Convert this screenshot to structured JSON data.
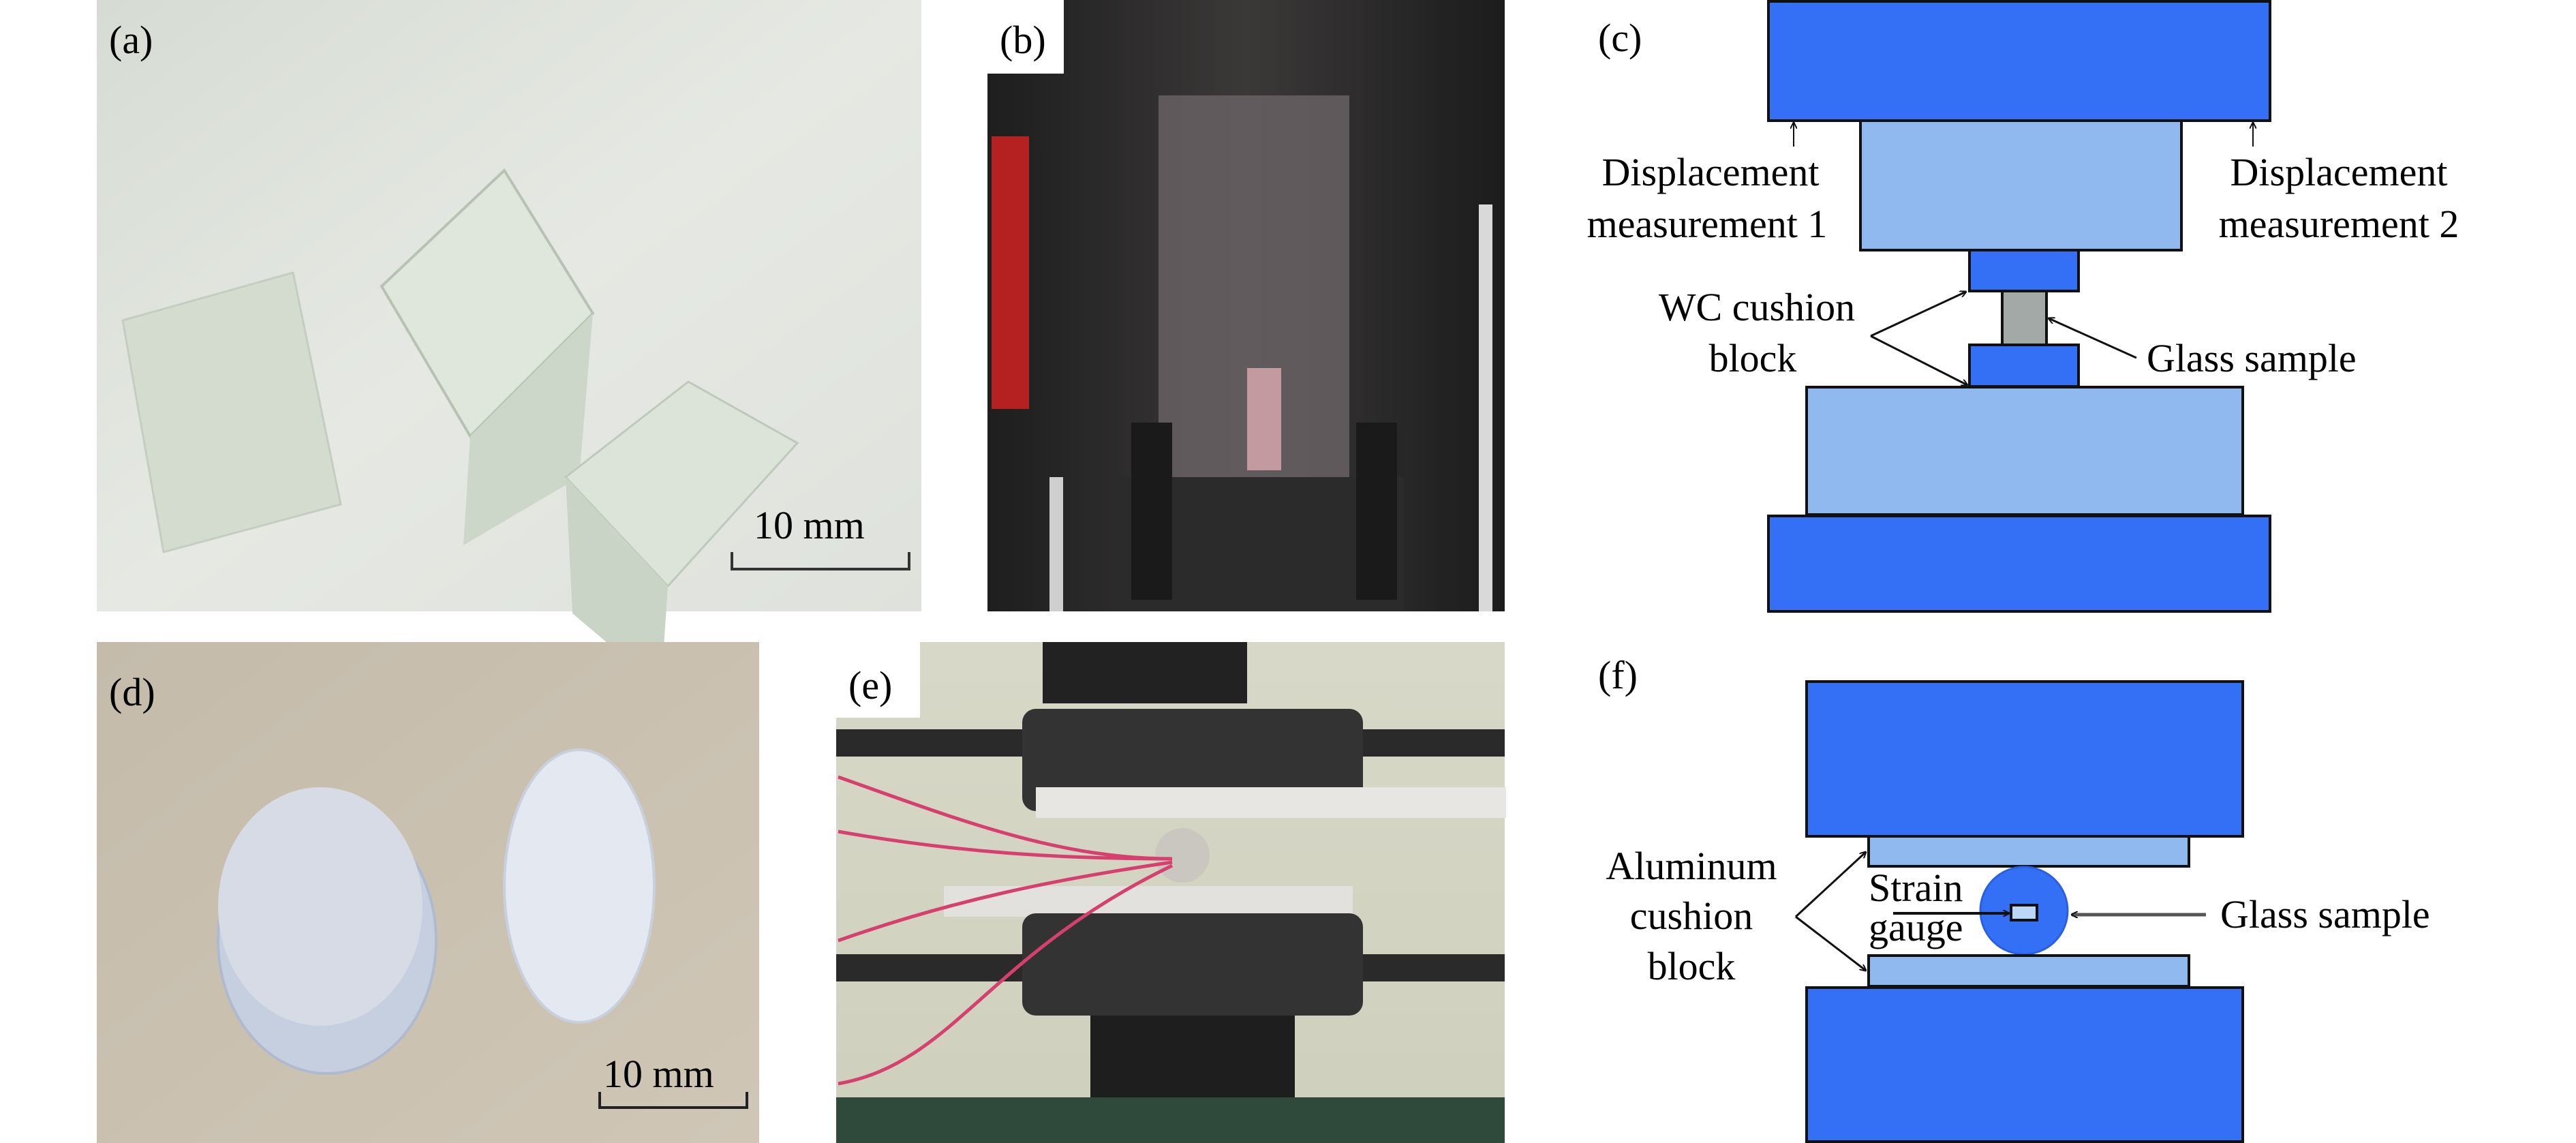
{
  "panels": {
    "a": {
      "label": "(a)",
      "scale_bar": "10 mm"
    },
    "b": {
      "label": "(b)"
    },
    "c": {
      "label": "(c)",
      "displacement_1": [
        "Displacement",
        "measurement 1"
      ],
      "displacement_2": [
        "Displacement",
        "measurement 2"
      ],
      "cushion": [
        "WC cushion",
        "block"
      ],
      "sample": "Glass sample"
    },
    "d": {
      "label": "(d)",
      "scale_bar": "10 mm"
    },
    "e": {
      "label": "(e)"
    },
    "f": {
      "label": "(f)",
      "cushion": [
        "Aluminum",
        "cushion",
        "block"
      ],
      "gauge": [
        "Strain",
        "gauge"
      ],
      "sample": "Glass sample"
    }
  },
  "colors": {
    "platen_dark": "#3470f5",
    "platen_light": "#8fb9ef",
    "glass_sample": "#a3a9a7",
    "gauge": "#bcd6f5"
  }
}
